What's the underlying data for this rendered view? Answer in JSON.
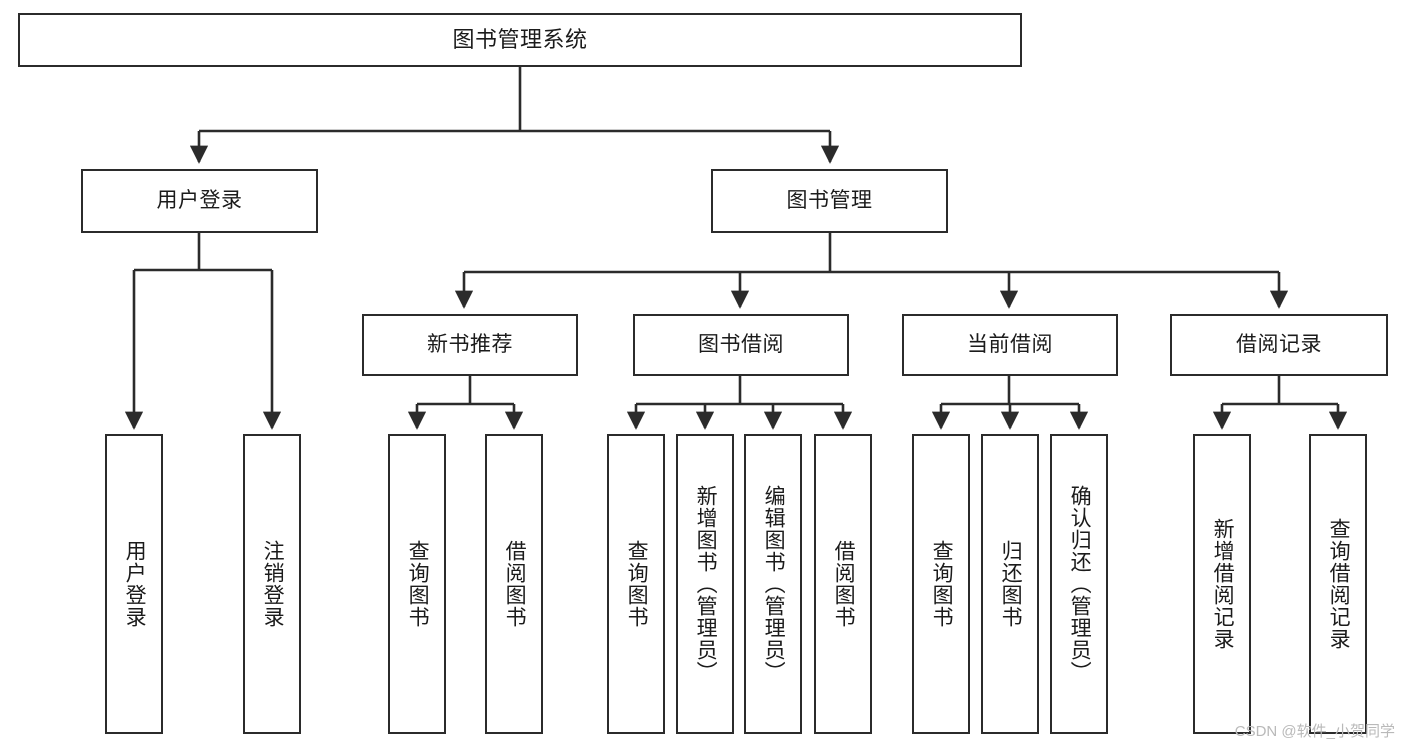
{
  "diagram": {
    "type": "tree-structure-chart",
    "title": "图书管理系统",
    "watermark": "CSDN @软件_小贺同学",
    "colors": {
      "box_border": "#2b2b2b",
      "box_fill": "#ffffff",
      "edge": "#2b2b2b",
      "text": "#1b1b1b",
      "watermark": "#b9b9b9",
      "background": "#ffffff"
    },
    "nodes": {
      "root": {
        "label": "图书管理系统",
        "level": 1,
        "orientation": "horizontal"
      },
      "user_login": {
        "label": "用户登录",
        "level": 2,
        "orientation": "horizontal"
      },
      "book_manage": {
        "label": "图书管理",
        "level": 2,
        "orientation": "horizontal"
      },
      "new_book_rec": {
        "label": "新书推荐",
        "level": 3,
        "orientation": "horizontal"
      },
      "book_borrow": {
        "label": "图书借阅",
        "level": 3,
        "orientation": "horizontal"
      },
      "current_borrow": {
        "label": "当前借阅",
        "level": 3,
        "orientation": "horizontal"
      },
      "borrow_record": {
        "label": "借阅记录",
        "level": 3,
        "orientation": "horizontal"
      },
      "leaf_user_login": {
        "label": "用户登录",
        "level": 4,
        "orientation": "vertical"
      },
      "leaf_logout": {
        "label": "注销登录",
        "level": 4,
        "orientation": "vertical"
      },
      "leaf_query_book_1": {
        "label": "查询图书",
        "level": 4,
        "orientation": "vertical"
      },
      "leaf_borrow_book_1": {
        "label": "借阅图书",
        "level": 4,
        "orientation": "vertical"
      },
      "leaf_query_book_2": {
        "label": "查询图书",
        "level": 4,
        "orientation": "vertical"
      },
      "leaf_add_book": {
        "label": "新增图书（管理员）",
        "level": 4,
        "orientation": "vertical"
      },
      "leaf_edit_book": {
        "label": "编辑图书（管理员）",
        "level": 4,
        "orientation": "vertical"
      },
      "leaf_borrow_book_2": {
        "label": "借阅图书",
        "level": 4,
        "orientation": "vertical"
      },
      "leaf_query_book_3": {
        "label": "查询图书",
        "level": 4,
        "orientation": "vertical"
      },
      "leaf_return_book": {
        "label": "归还图书",
        "level": 4,
        "orientation": "vertical"
      },
      "leaf_confirm_return": {
        "label": "确认归还（管理员）",
        "level": 4,
        "orientation": "vertical"
      },
      "leaf_add_record": {
        "label": "新增借阅记录",
        "level": 4,
        "orientation": "vertical"
      },
      "leaf_query_record": {
        "label": "查询借阅记录",
        "level": 4,
        "orientation": "vertical"
      }
    },
    "edges": [
      {
        "from": "root",
        "to": "user_login"
      },
      {
        "from": "root",
        "to": "book_manage"
      },
      {
        "from": "user_login",
        "to": "leaf_user_login"
      },
      {
        "from": "user_login",
        "to": "leaf_logout"
      },
      {
        "from": "book_manage",
        "to": "new_book_rec"
      },
      {
        "from": "book_manage",
        "to": "book_borrow"
      },
      {
        "from": "book_manage",
        "to": "current_borrow"
      },
      {
        "from": "book_manage",
        "to": "borrow_record"
      },
      {
        "from": "new_book_rec",
        "to": "leaf_query_book_1"
      },
      {
        "from": "new_book_rec",
        "to": "leaf_borrow_book_1"
      },
      {
        "from": "book_borrow",
        "to": "leaf_query_book_2"
      },
      {
        "from": "book_borrow",
        "to": "leaf_add_book"
      },
      {
        "from": "book_borrow",
        "to": "leaf_edit_book"
      },
      {
        "from": "book_borrow",
        "to": "leaf_borrow_book_2"
      },
      {
        "from": "current_borrow",
        "to": "leaf_query_book_3"
      },
      {
        "from": "current_borrow",
        "to": "leaf_return_book"
      },
      {
        "from": "current_borrow",
        "to": "leaf_confirm_return"
      },
      {
        "from": "borrow_record",
        "to": "leaf_add_record"
      },
      {
        "from": "borrow_record",
        "to": "leaf_query_record"
      }
    ]
  }
}
